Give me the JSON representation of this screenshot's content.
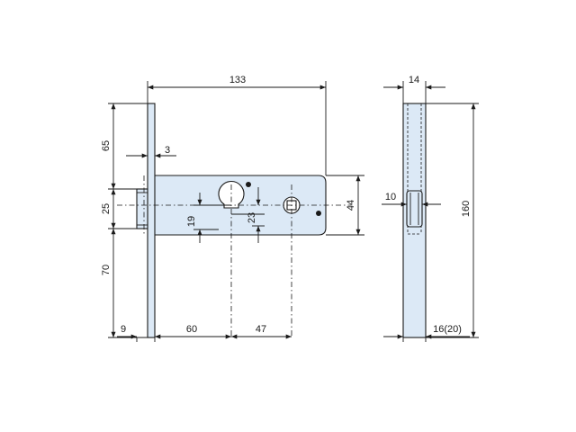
{
  "drawing": {
    "part_color": "#dce9f6",
    "line_color": "#1a1a1a",
    "dimensions": {
      "overall_length": "133",
      "faceplate_thickness": "3",
      "top_offset": "65",
      "roller_height": "25",
      "bottom_offset": "70",
      "left_margin": "9",
      "backset": "60",
      "centers": "47",
      "body_height": "44",
      "cylinder_offset": "19",
      "follower_offset": "23",
      "side_width": "14",
      "side_height": "160",
      "roller_width": "10",
      "bottom_width": "16(20)"
    }
  }
}
